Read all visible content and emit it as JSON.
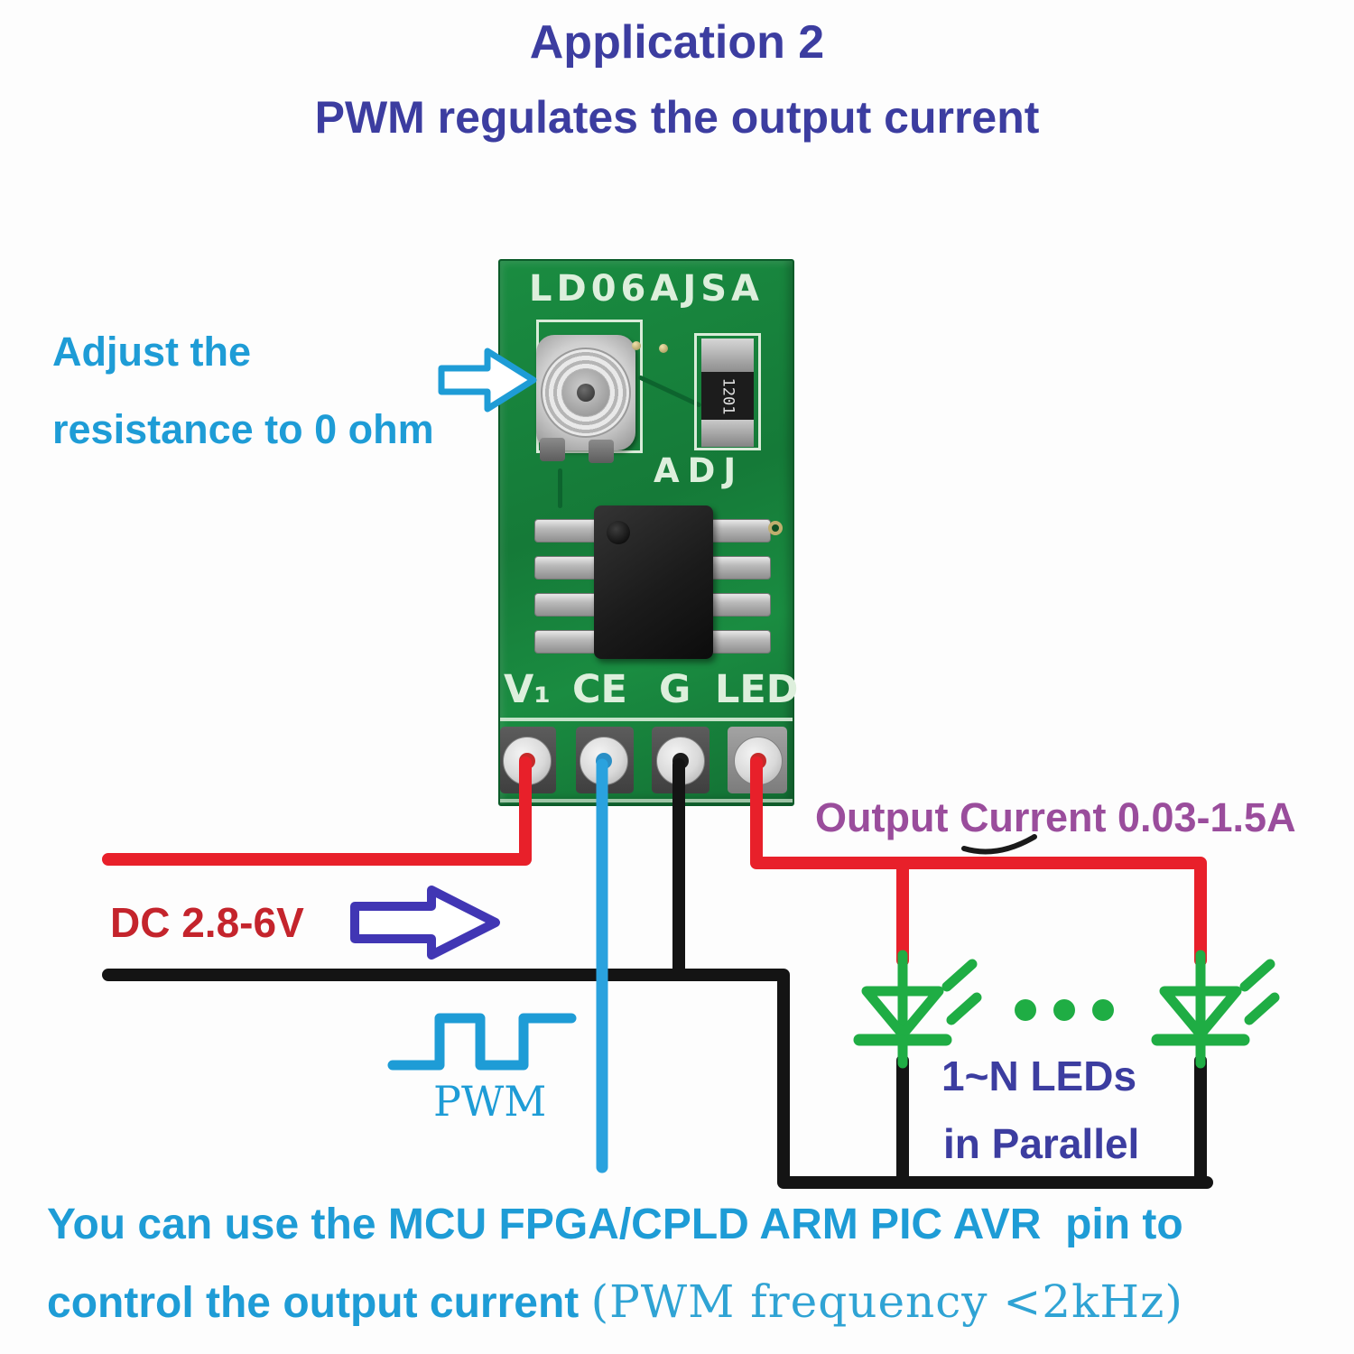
{
  "title": {
    "line1": "Application 2",
    "line2": "PWM regulates the output current"
  },
  "left_note": {
    "line1": "Adjust the",
    "line2": "resistance to 0 ohm"
  },
  "labels": {
    "dc_input": "DC 2.8-6V",
    "output_current": "Output Current 0.03-1.5A",
    "pwm": "PWM",
    "leds_line1": "1~N LEDs",
    "leds_line2": "in Parallel"
  },
  "bottom_note": {
    "line1": "You can use the MCU FPGA/CPLD ARM PIC AVR  pin to",
    "line2_bold": "control the output current ",
    "line2_rest": "(PWM frequency <2kHz)"
  },
  "board": {
    "model": "LD06AJSA",
    "adj_label": "ADJ",
    "resistor_code": "1201",
    "pins": [
      {
        "label": "V₁"
      },
      {
        "label": "CE"
      },
      {
        "label": "G"
      },
      {
        "label": "LED"
      }
    ]
  },
  "icons": {
    "dc_arrow": "right-arrow",
    "adjust_arrow": "right-arrow",
    "pwm_waveform": "square-wave",
    "led_symbol": "led-diode",
    "ellipsis": "three-dots"
  },
  "colors": {
    "title_indigo": "#3c3da0",
    "note_cyan": "#1e9cd6",
    "text_red": "#c4242c",
    "wire_red": "#e8202a",
    "wire_black": "#141414",
    "wire_blue": "#2aa2de",
    "purple": "#9a4d9c",
    "led_green": "#1fad44",
    "arrow_indigo": "#4136b4",
    "pcb_green": "#178139"
  }
}
